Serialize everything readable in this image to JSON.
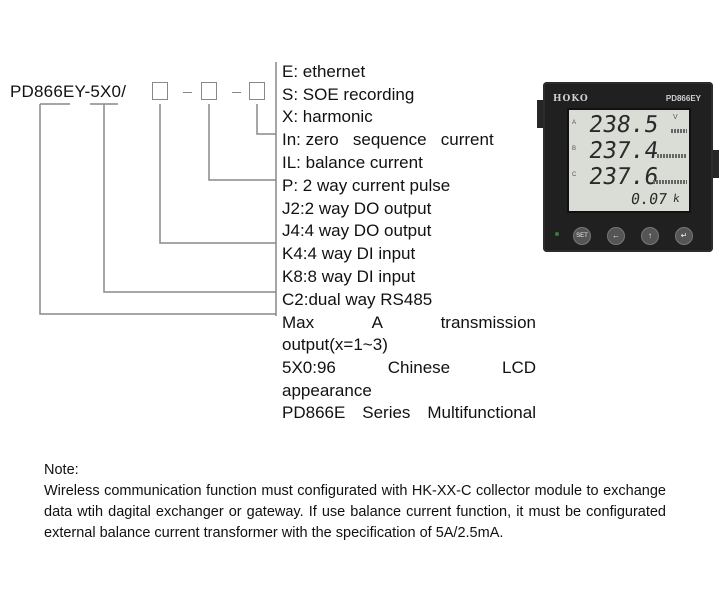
{
  "model_code": "PD866EY-5X0/",
  "options": [
    "E: ethernet",
    "S: SOE recording",
    "X: harmonic",
    "In: zero   sequence   current",
    "IL: balance current",
    "P: 2 way current pulse",
    "J2:2 way DO output",
    "J4:4 way DO output",
    "K4:4 way DI input",
    "K8:8 way DI input",
    "C2:dual way RS485"
  ],
  "max_line_words": [
    "Max",
    "A",
    "transmission"
  ],
  "max_line_2": "output(x=1~3)",
  "size_line_words": [
    "5X0:96",
    "Chinese",
    "LCD"
  ],
  "size_line_2": "appearance",
  "series_line_words": [
    "PD866E",
    "Series",
    "Multifunctional"
  ],
  "device": {
    "brand": "HOKO",
    "model": "PD866EY",
    "row1_value": "238.5",
    "row1_unit": "V",
    "row2_value": "237.4",
    "row3_value": "237.6",
    "row4_value": "0.07",
    "row4_unit": "k",
    "row_labels": [
      "A",
      "B",
      "C"
    ],
    "buttons": [
      "SET",
      "←",
      "↑",
      "↵"
    ]
  },
  "note": {
    "title": "Note:",
    "body": "Wireless communication function must configurated with HK-XX-C collector module to exchange data wtih dagital exchanger or gateway. If use balance current function, it must be configurated external balance current transformer with the specification of 5A/2.5mA."
  }
}
